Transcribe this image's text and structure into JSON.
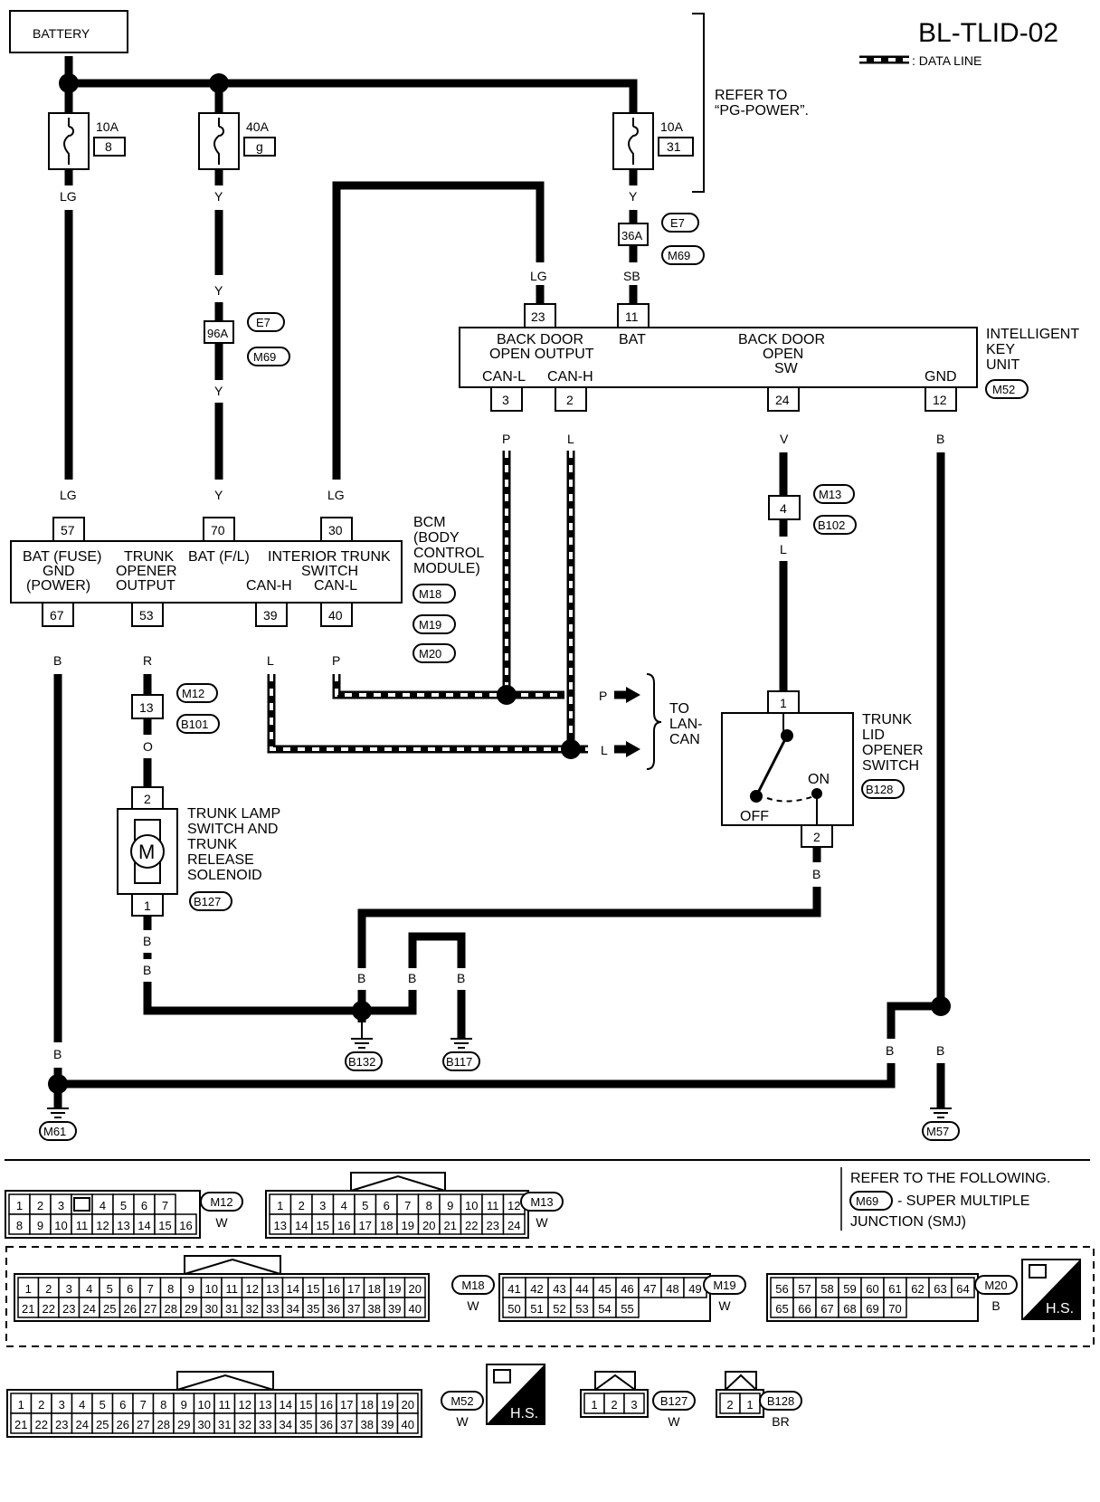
{
  "diagram": {
    "id": "BL-TLID-02",
    "legend": ": DATA LINE",
    "battery": "BATTERY",
    "refer": [
      "REFER TO",
      "“PG-POWER”."
    ],
    "fuses": [
      {
        "amp": "10A",
        "num": "8"
      },
      {
        "amp": "40A",
        "num": "g"
      },
      {
        "amp": "10A",
        "num": "31"
      }
    ],
    "wire_colors": {
      "lg": "LG",
      "y": "Y",
      "sb": "SB",
      "p": "P",
      "l": "L",
      "v": "V",
      "b": "B",
      "r": "R",
      "o": "O"
    },
    "joints": {
      "e7": "E7",
      "m69": "M69",
      "j96a": "96A",
      "j36a": "36A",
      "m13": "M13",
      "b102": "B102",
      "m12": "M12",
      "b101": "B101"
    },
    "iku": {
      "name": [
        "INTELLIGENT",
        "KEY",
        "UNIT"
      ],
      "conn": "M52",
      "labels": [
        "BACK DOOR",
        "OPEN OUTPUT",
        "BAT",
        "BACK DOOR",
        "OPEN",
        "SW",
        "CAN-L",
        "CAN-H",
        "GND"
      ],
      "pins": {
        "top1": "23",
        "top2": "11",
        "b1": "3",
        "b2": "2",
        "b3": "24",
        "b4": "12"
      }
    },
    "bcm": {
      "name": [
        "BCM",
        "(BODY",
        "CONTROL",
        "MODULE)"
      ],
      "conns": [
        "M18",
        "M19",
        "M20"
      ],
      "labels": [
        "BAT (FUSE)",
        "GND",
        "(POWER)",
        "TRUNK",
        "OPENER",
        "OUTPUT",
        "BAT (F/L)",
        "INTERIOR TRUNK",
        "SWITCH",
        "CAN-H",
        "CAN-L"
      ],
      "pins": {
        "t1": "57",
        "t2": "70",
        "t3": "30",
        "b1": "67",
        "b2": "53",
        "b3": "39",
        "b4": "40"
      }
    },
    "lan": [
      "TO",
      "LAN-",
      "CAN"
    ],
    "solenoid": {
      "name": [
        "TRUNK LAMP",
        "SWITCH AND",
        "TRUNK",
        "RELEASE",
        "SOLENOID"
      ],
      "conn": "B127",
      "motor": "M",
      "pin_top": "2",
      "pin_bot": "1"
    },
    "switch": {
      "name": [
        "TRUNK",
        "LID",
        "OPENER",
        "SWITCH"
      ],
      "conn": "B128",
      "on": "ON",
      "off": "OFF",
      "pin_top": "1",
      "pin_bot": "2"
    },
    "joint13": "13",
    "joint4": "4",
    "grounds": [
      "B132",
      "B117",
      "M61",
      "M57"
    ],
    "refer_bottom": [
      "REFER TO THE FOLLOWING.",
      "M69",
      "- SUPER MULTIPLE",
      "JUNCTION (SMJ)"
    ],
    "connectors": {
      "m12": {
        "id": "M12",
        "color": "W",
        "row1": [
          "1",
          "2",
          "3",
          "",
          "4",
          "5",
          "6",
          "7"
        ],
        "row2": [
          "8",
          "9",
          "10",
          "11",
          "12",
          "13",
          "14",
          "15",
          "16"
        ]
      },
      "m13": {
        "id": "M13",
        "color": "W",
        "row1": [
          "1",
          "2",
          "3",
          "4",
          "5",
          "6",
          "7",
          "8",
          "9",
          "10",
          "11",
          "12"
        ],
        "row2": [
          "13",
          "14",
          "15",
          "16",
          "17",
          "18",
          "19",
          "20",
          "21",
          "22",
          "23",
          "24"
        ]
      },
      "m18": {
        "id": "M18",
        "color": "W",
        "row1": [
          "1",
          "2",
          "3",
          "4",
          "5",
          "6",
          "7",
          "8",
          "9",
          "10",
          "11",
          "12",
          "13",
          "14",
          "15",
          "16",
          "17",
          "18",
          "19",
          "20"
        ],
        "row2": [
          "21",
          "22",
          "23",
          "24",
          "25",
          "26",
          "27",
          "28",
          "29",
          "30",
          "31",
          "32",
          "33",
          "34",
          "35",
          "36",
          "37",
          "38",
          "39",
          "40"
        ]
      },
      "m19": {
        "id": "M19",
        "color": "W",
        "row1": [
          "41",
          "42",
          "43",
          "44",
          "45",
          "46",
          "47",
          "48",
          "49"
        ],
        "row2": [
          "50",
          "51",
          "52",
          "53",
          "54",
          "55"
        ]
      },
      "m20": {
        "id": "M20",
        "color": "B",
        "row1": [
          "56",
          "57",
          "58",
          "59",
          "60",
          "61",
          "62",
          "63",
          "64"
        ],
        "row2": [
          "65",
          "66",
          "67",
          "68",
          "69",
          "70"
        ]
      },
      "m52": {
        "id": "M52",
        "color": "W",
        "row1": [
          "1",
          "2",
          "3",
          "4",
          "5",
          "6",
          "7",
          "8",
          "9",
          "10",
          "11",
          "12",
          "13",
          "14",
          "15",
          "16",
          "17",
          "18",
          "19",
          "20"
        ],
        "row2": [
          "21",
          "22",
          "23",
          "24",
          "25",
          "26",
          "27",
          "28",
          "29",
          "30",
          "31",
          "32",
          "33",
          "34",
          "35",
          "36",
          "37",
          "38",
          "39",
          "40"
        ]
      },
      "b127": {
        "id": "B127",
        "color": "W",
        "row1": [
          "1",
          "2",
          "3"
        ]
      },
      "b128": {
        "id": "B128",
        "color": "BR",
        "row1": [
          "2",
          "1"
        ]
      }
    },
    "hs": "H.S."
  }
}
